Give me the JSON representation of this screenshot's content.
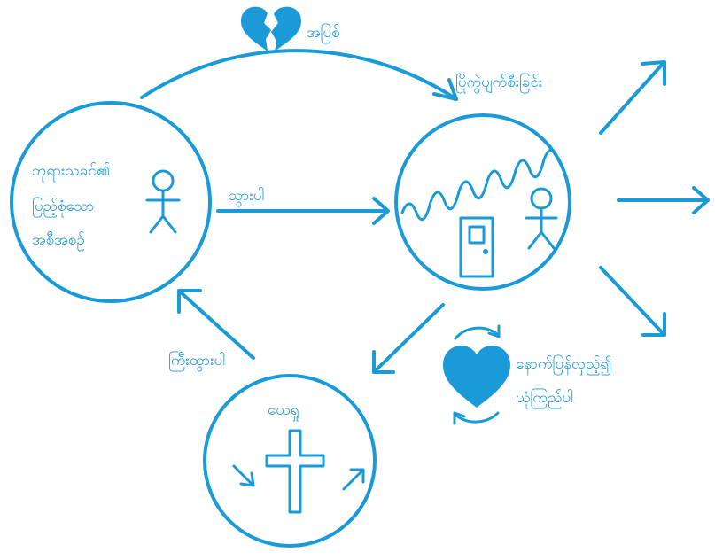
{
  "colors": {
    "accent": "#1a9ad6",
    "background": "#ffffff"
  },
  "labels": {
    "sin": "အပြစ်",
    "separated": "ပြိုကွဲပျက်စီးခြင်း",
    "god_design_line1": "ဘုရားသခင်၏",
    "god_design_line2": "ပြည့်စုံသော",
    "god_design_line3": "အစီအစဉ်",
    "go": "သွားပါ",
    "grow": "ကြီးထွားပါ",
    "jesus": "ယေရှု",
    "repent_line1": "နောက်ပြန်လှည့်၍",
    "repent_line2": "ယုံကြည်ပါ"
  },
  "icons": [
    "broken-heart-icon",
    "person-icon",
    "door-icon",
    "cross-icon",
    "heart-cycle-icon"
  ]
}
